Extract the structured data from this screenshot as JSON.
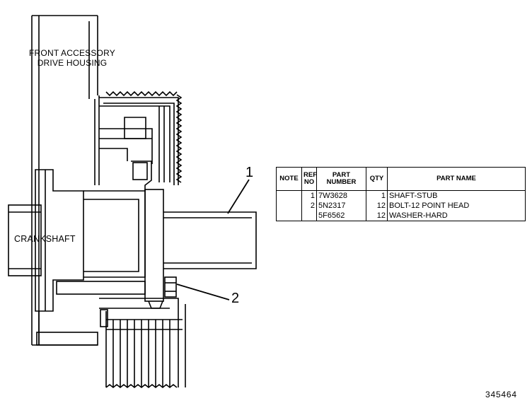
{
  "labels": {
    "housing_line1": "FRONT ACCESSORY",
    "housing_line2": "DRIVE HOUSING",
    "crankshaft": "CRANKSHAFT",
    "callout_1": "1",
    "callout_2": "2",
    "drawing_number": "345464"
  },
  "table": {
    "headers": {
      "note": "NOTE",
      "ref_line1": "REF",
      "ref_line2": "NO",
      "part_line1": "PART",
      "part_line2": "NUMBER",
      "qty": "QTY",
      "name": "PART NAME"
    },
    "rows": [
      {
        "note": "",
        "ref": "1",
        "part_number": "7W3628",
        "qty": "1",
        "name": "SHAFT-STUB"
      },
      {
        "note": "",
        "ref": "2",
        "part_number": "5N2317",
        "qty": "12",
        "name": "BOLT-12 POINT HEAD"
      },
      {
        "note": "",
        "ref": "",
        "part_number": "5F6562",
        "qty": "12",
        "name": "WASHER-HARD"
      }
    ]
  }
}
